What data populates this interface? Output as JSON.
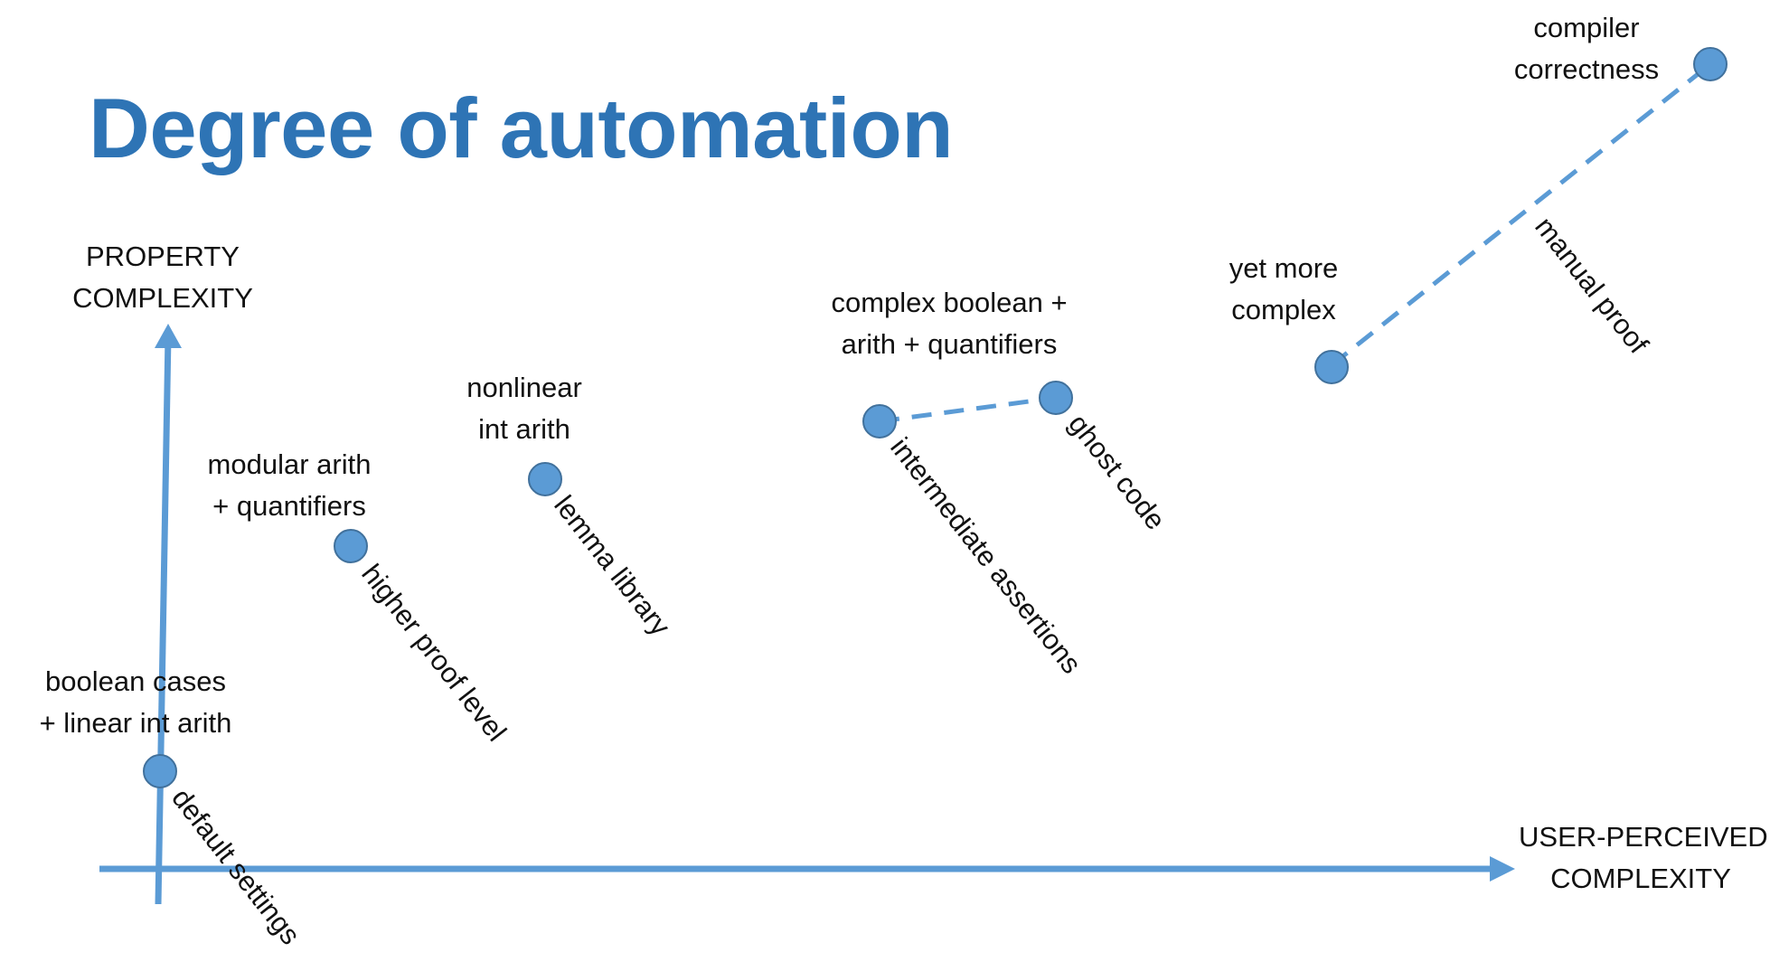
{
  "title": "Degree of automation",
  "colors": {
    "title": "#2e74b5",
    "axis": "#5b9bd5",
    "point_fill": "#5b9bd5",
    "point_stroke": "#41719c"
  },
  "axes": {
    "y_label": [
      "PROPERTY",
      "COMPLEXITY"
    ],
    "x_label": [
      "USER-PERCEIVED",
      "COMPLEXITY"
    ]
  },
  "points": [
    {
      "label": [
        "boolean cases",
        "+ linear int arith"
      ],
      "technique": "default settings"
    },
    {
      "label": [
        "modular arith",
        "+ quantifiers"
      ],
      "technique": "higher proof level"
    },
    {
      "label": [
        "nonlinear",
        "int arith"
      ],
      "technique": "lemma library"
    },
    {
      "label": [
        "complex boolean +",
        "arith + quantifiers"
      ],
      "technique": "intermediate assertions"
    },
    {
      "label": [],
      "technique": "ghost code"
    },
    {
      "label": [
        "yet more",
        "complex"
      ],
      "technique": ""
    },
    {
      "label": [
        "compiler",
        "correctness"
      ],
      "technique": ""
    }
  ],
  "segment_labels": {
    "manual": "manual proof"
  }
}
